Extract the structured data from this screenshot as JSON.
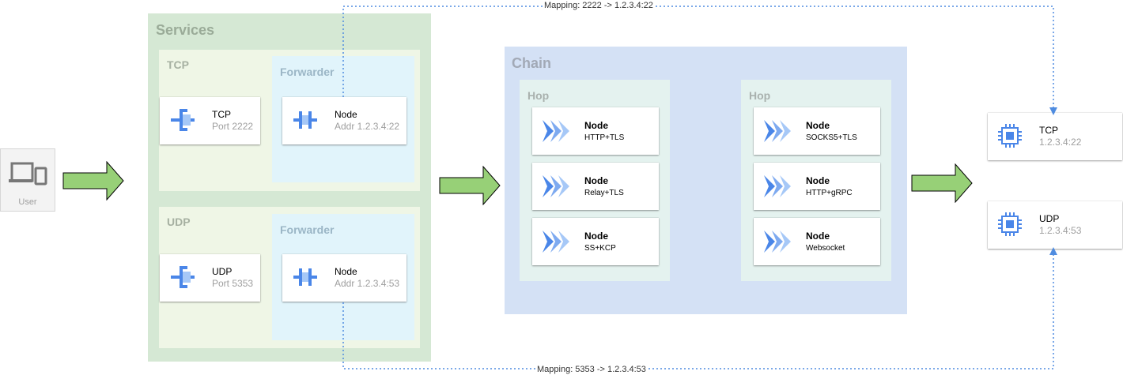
{
  "user": {
    "label": "User",
    "icon": "devices-icon"
  },
  "services": {
    "title": "Services",
    "tcp": {
      "title": "TCP",
      "service": {
        "title": "TCP",
        "subtitle": "Port 2222",
        "icon": "load-balancer-icon"
      },
      "forwarder": {
        "title": "Forwarder",
        "node": {
          "title": "Node",
          "subtitle": "Addr 1.2.3.4:22",
          "icon": "network-node-icon"
        }
      }
    },
    "udp": {
      "title": "UDP",
      "service": {
        "title": "UDP",
        "subtitle": "Port 5353",
        "icon": "load-balancer-icon"
      },
      "forwarder": {
        "title": "Forwarder",
        "node": {
          "title": "Node",
          "subtitle": "Addr 1.2.3.4:53",
          "icon": "network-node-icon"
        }
      }
    }
  },
  "chain": {
    "title": "Chain",
    "hops": [
      {
        "title": "Hop",
        "nodes": [
          {
            "title": "Node",
            "subtitle": "HTTP+TLS"
          },
          {
            "title": "Node",
            "subtitle": "Relay+TLS"
          },
          {
            "title": "Node",
            "subtitle": "SS+KCP"
          }
        ]
      },
      {
        "title": "Hop",
        "nodes": [
          {
            "title": "Node",
            "subtitle": "SOCKS5+TLS"
          },
          {
            "title": "Node",
            "subtitle": "HTTP+gRPC"
          },
          {
            "title": "Node",
            "subtitle": "Websocket"
          }
        ]
      }
    ]
  },
  "targets": [
    {
      "title": "TCP",
      "subtitle": "1.2.3.4:22",
      "icon": "cpu-chip-icon"
    },
    {
      "title": "UDP",
      "subtitle": "1.2.3.4:53",
      "icon": "cpu-chip-icon"
    }
  ],
  "mappings": {
    "tcp": "Mapping: 2222 -> 1.2.3.4:22",
    "udp": "Mapping: 5353 -> 1.2.3.4:53"
  },
  "colors": {
    "arrow_fill": "#97d077",
    "arrow_stroke": "#000000",
    "dotted_line": "#4f8ce0",
    "icon_blue": "#4a86e8",
    "icon_light_blue": "#a6c8f7"
  }
}
